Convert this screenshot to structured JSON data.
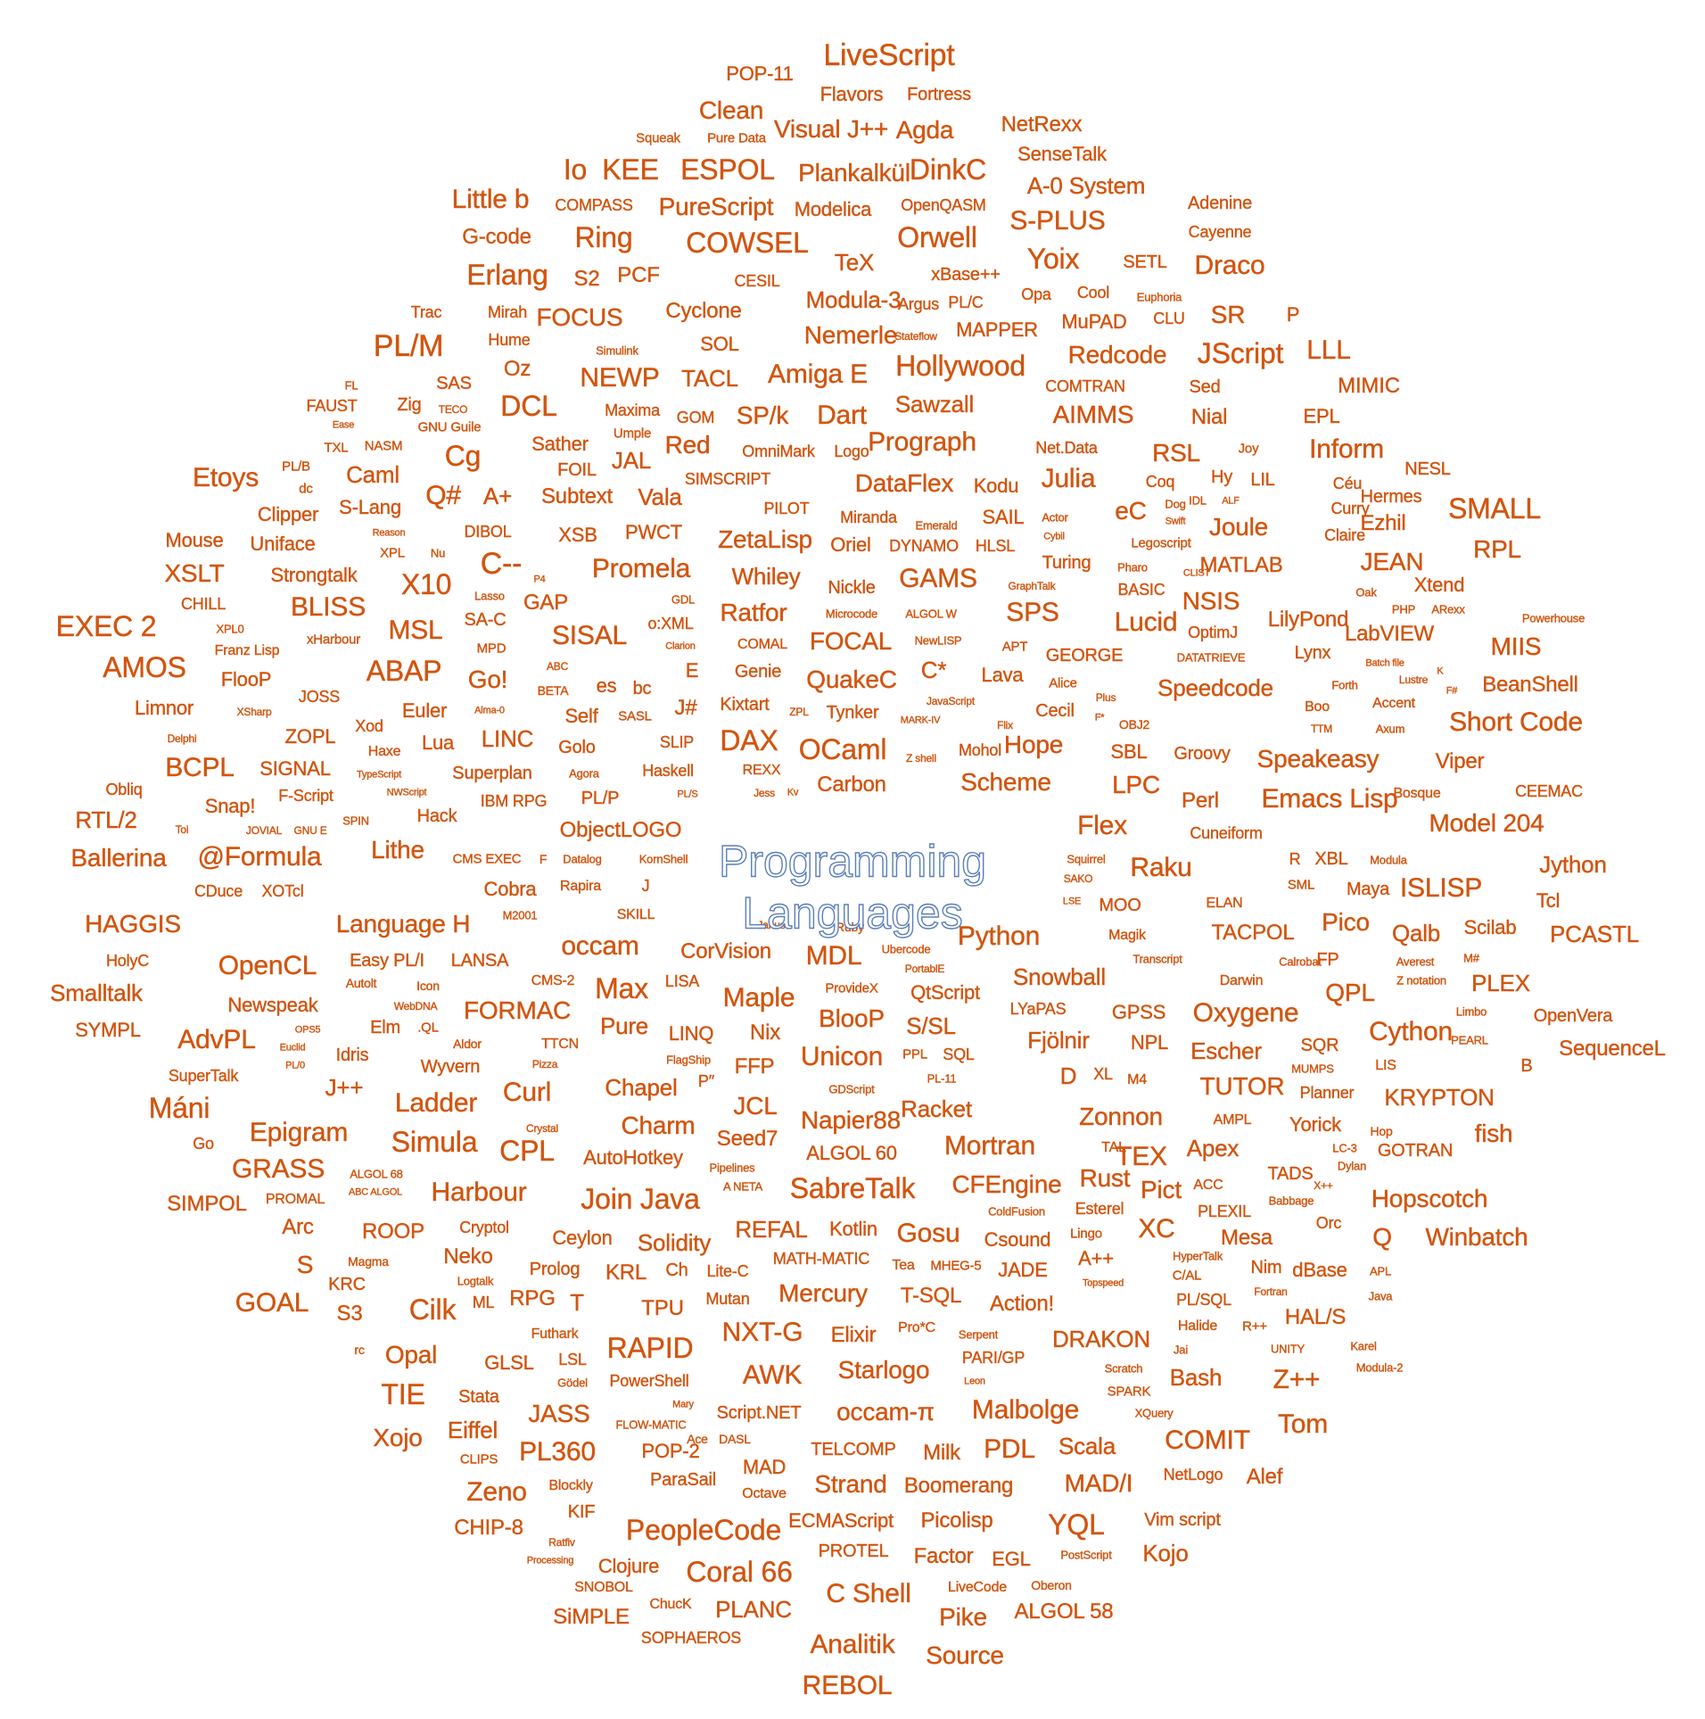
{
  "title": {
    "line1": "Programming",
    "line2": "Languages",
    "outline_color": "#5a7fb8"
  },
  "word_color": "#d2550f",
  "words": [
    "LiveScript",
    "POP-11",
    "Flavors",
    "Fortress",
    "Clean",
    "Visual J++",
    "Agda",
    "NetRexx",
    "Squeak",
    "Pure Data",
    "SenseTalk",
    "Io",
    "KEE",
    "ESPOL",
    "Plankalkül",
    "DinkC",
    "A-0 System",
    "Little b",
    "COMPASS",
    "PureScript",
    "Modelica",
    "OpenQASM",
    "S-PLUS",
    "Adenine",
    "G-code",
    "Ring",
    "COWSEL",
    "Orwell",
    "Cayenne",
    "Erlang",
    "S2",
    "PCF",
    "CESIL",
    "TeX",
    "xBase++",
    "Yoix",
    "SETL",
    "Draco",
    "Trac",
    "Mirah",
    "FOCUS",
    "Cyclone",
    "Modula-3",
    "Argus",
    "PL/C",
    "Opa",
    "Cool",
    "Euphoria",
    "MuPAD",
    "CLU",
    "SR",
    "P",
    "PL/M",
    "Hume",
    "Simulink",
    "SOL",
    "Nemerle",
    "Stateflow",
    "MAPPER",
    "Redcode",
    "JScript",
    "LLL",
    "FL",
    "SAS",
    "Oz",
    "NEWP",
    "TACL",
    "Amiga E",
    "Hollywood",
    "COMTRAN",
    "Sed",
    "MIMIC",
    "FAUST",
    "Zig",
    "TECO",
    "DCL",
    "Maxima",
    "GOM",
    "SP/k",
    "Dart",
    "Sawzall",
    "AIMMS",
    "Nial",
    "EPL",
    "Ease",
    "GNU Guile",
    "TXL",
    "NASM",
    "Cg",
    "Sather",
    "Umple",
    "JAL",
    "Red",
    "OmniMark",
    "Logo",
    "Prograph",
    "Net.Data",
    "RSL",
    "Joy",
    "Inform",
    "Etoys",
    "PL/B",
    "dc",
    "Caml",
    "FOIL",
    "SIMSCRIPT",
    "DataFlex",
    "Kodu",
    "Julia",
    "Coq",
    "Hy",
    "LIL",
    "NESL",
    "Clipper",
    "S-Lang",
    "Q#",
    "A+",
    "Subtext",
    "Vala",
    "PILOT",
    "Miranda",
    "Emerald",
    "SAIL",
    "Actor",
    "eC",
    "Dog",
    "IDL",
    "ALF",
    "Céu",
    "Hermes",
    "Mouse",
    "Uniface",
    "Reason",
    "DIBOL",
    "XSB",
    "PWCT",
    "ZetaLisp",
    "Oriel",
    "DYNAMO",
    "HLSL",
    "Cybil",
    "Swift",
    "Joule",
    "Curry",
    "Ezhil",
    "SMALL",
    "XSLT",
    "XPL",
    "Nu",
    "C--",
    "Strongtalk",
    "Promela",
    "Whiley",
    "GAMS",
    "Turing",
    "Legoscript",
    "Claire",
    "RPL",
    "X10",
    "P4",
    "Nickle",
    "GraphTalk",
    "Pharo",
    "CLIST",
    "MATLAB",
    "JEAN",
    "Xtend",
    "CHILL",
    "BLISS",
    "Lasso",
    "GAP",
    "GDL",
    "Ratfor",
    "Microcode",
    "ALGOL W",
    "BASIC",
    "NSIS",
    "Oak",
    "PHP",
    "ARexx",
    "EXEC 2",
    "XPL0",
    "MSL",
    "SA-C",
    "SISAL",
    "o:XML",
    "SPS",
    "Lucid",
    "LilyPond",
    "Powerhouse",
    "xHarbour",
    "Franz Lisp",
    "MPD",
    "Clarion",
    "COMAL",
    "FOCAL",
    "NewLISP",
    "APT",
    "OptimJ",
    "LabVIEW",
    "MIIS",
    "AMOS",
    "ABAP",
    "ABC",
    "E",
    "Genie",
    "C*",
    "GEORGE",
    "DATATRIEVE",
    "Lynx",
    "Batch file",
    "FlooP",
    "JOSS",
    "Go!",
    "BETA",
    "es",
    "bc",
    "QuakeC",
    "Lava",
    "Alice",
    "Forth",
    "Lustre",
    "K",
    "F#",
    "BeanShell",
    "Limnor",
    "Euler",
    "J#",
    "Kixtart",
    "ZPL",
    "Tynker",
    "JavaScript",
    "Plus",
    "Speedcode",
    "Boo",
    "Accent",
    "XSharp",
    "Alma-0",
    "Self",
    "SASL",
    "DAX",
    "MARK-IV",
    "Cecil",
    "F*",
    "OBJ2",
    "TTM",
    "Axum",
    "Short Code",
    "Delphi",
    "ZOPL",
    "Xod",
    "LINC",
    "SLIP",
    "OCaml",
    "Flix",
    "Hope",
    "SBL",
    "Groovy",
    "Speakeasy",
    "BCPL",
    "SIGNAL",
    "Haxe",
    "Lua",
    "Golo",
    "Haskell",
    "Z shell",
    "Mohol",
    "Viper",
    "TypeScript",
    "Superplan",
    "Agora",
    "REXX",
    "Carbon",
    "Scheme",
    "LPC",
    "Obliq",
    "F-Script",
    "NWScript",
    "IBM RPG",
    "PL/P",
    "PL/S",
    "Jess",
    "Kv",
    "Bosque",
    "CEEMAC",
    "Snap!",
    "Emacs Lisp",
    "Perl",
    "RTL/2",
    "SPIN",
    "Hack",
    "ObjectLOGO",
    "Flex",
    "Model 204",
    "Toi",
    "JOVIAL",
    "GNU E",
    "Cuneiform",
    "Ballerina",
    "@Formula",
    "Lithe",
    "CMS EXEC",
    "F",
    "Datalog",
    "KornShell",
    "Squirrel",
    "Raku",
    "R",
    "XBL",
    "Modula",
    "Jython",
    "SAKO",
    "SML",
    "Maya",
    "ISLISP",
    "CDuce",
    "XOTcl",
    "Cobra",
    "Rapira",
    "J",
    "LSE",
    "MOO",
    "ELAN",
    "Tcl",
    "HAGGIS",
    "Language H",
    "M2001",
    "SKILL",
    "Pico",
    "Janus",
    "Ruby",
    "TACPOL",
    "Qalb",
    "Scilab",
    "PCASTL",
    "occam",
    "Ubercode",
    "Python",
    "Magik",
    "M#",
    "HolyC",
    "OpenCL",
    "Easy PL/I",
    "LANSA",
    "CorVision",
    "MDL",
    "PortablE",
    "Transcript",
    "Calrobat",
    "FP",
    "Averest",
    "Smalltalk",
    "Autolt",
    "Icon",
    "CMS-2",
    "LISA",
    "Max",
    "ProvideX",
    "Snowball",
    "Darwin",
    "Z notation",
    "PLEX",
    "Newspeak",
    "WebDNA",
    "FORMAC",
    "Maple",
    "QtScript",
    "LYaPAS",
    "GPSS",
    "Oxygene",
    "QPL",
    "Limbo",
    "OpenVera",
    "SYMPL",
    "OPS5",
    "Elm",
    ".QL",
    "Pure",
    "BlooP",
    "S/SL",
    "LINQ",
    "Nix",
    "Cython",
    "AdvPL",
    "Euclid",
    "Aldor",
    "TTCN",
    "Fjölnir",
    "NPL",
    "SQR",
    "PEARL",
    "SequenceL",
    "PL/0",
    "Idris",
    "Wyvern",
    "Pizza",
    "FlagShip",
    "FFP",
    "Unicon",
    "PPL",
    "SQL",
    "Escher",
    "MUMPS",
    "LIS",
    "B",
    "SuperTalk",
    "J++",
    "P′′",
    "Chapel",
    "Curl",
    "GDScript",
    "PL-11",
    "D",
    "XL",
    "M4",
    "TUTOR",
    "Planner",
    "Máni",
    "Ladder",
    "JCL",
    "Racket",
    "KRYPTON",
    "Epigram",
    "Crystal",
    "Charm",
    "Napier88",
    "Zonnon",
    "AMPL",
    "Yorick",
    "Hop",
    "fish",
    "Go",
    "Simula",
    "CPL",
    "Seed7",
    "TAL",
    "Mortran",
    "TEX",
    "Apex",
    "LC-3",
    "GOTRAN",
    "GRASS",
    "AutoHotkey",
    "Pipelines",
    "ALGOL 60",
    "Dylan",
    "ALGOL 68",
    "ABC ALGOL",
    "Harbour",
    "A NETA",
    "SabreTalk",
    "CFEngine",
    "Rust",
    "Pict",
    "ACC",
    "TADS",
    "X++",
    "SIMPOL",
    "PROMAL",
    "Join Java",
    "ColdFusion",
    "Esterel",
    "PLEXIL",
    "Babbage",
    "Hopscotch",
    "Arc",
    "ROOP",
    "Cryptol",
    "REFAL",
    "Kotlin",
    "Gosu",
    "Csound",
    "Lingo",
    "XC",
    "Orc",
    "Neko",
    "Ceylon",
    "Solidity",
    "MATH-MATIC",
    "A++",
    "HyperTalk",
    "Mesa",
    "Q",
    "Winbatch",
    "S",
    "Magma",
    "KRC",
    "Logtalk",
    "Prolog",
    "KRL",
    "Ch",
    "Lite-C",
    "Tea",
    "MHEG-5",
    "JADE",
    "C/AL",
    "Nim",
    "dBase",
    "APL",
    "GOAL",
    "S3",
    "Cilk",
    "ML",
    "RPG",
    "T",
    "TPU",
    "Mutan",
    "Mercury",
    "T-SQL",
    "Action!",
    "Topspeed",
    "Fortran",
    "PL/SQL",
    "Java",
    "Futhark",
    "RAPID",
    "NXT-G",
    "Elixir",
    "Pro*C",
    "Serpent",
    "Halide",
    "R++",
    "HAL/S",
    "rc",
    "Opal",
    "GLSL",
    "LSL",
    "PARI/GP",
    "DRAKON",
    "Jai",
    "UNITY",
    "Karel",
    "Gödel",
    "PowerShell",
    "AWK",
    "Starlogo",
    "Leon",
    "Scratch",
    "Bash",
    "Z++",
    "Modula-2",
    "TIE",
    "Stata",
    "JASS",
    "Mary",
    "Script.NET",
    "occam-π",
    "Malbolge",
    "SPARK",
    "XQuery",
    "Xojo",
    "Eiffel",
    "FLOW-MATIC",
    "Ace",
    "DASL",
    "Tom",
    "CLIPS",
    "PL360",
    "POP-2",
    "MAD",
    "TELCOMP",
    "Milk",
    "PDL",
    "Scala",
    "COMIT",
    "Zeno",
    "Blockly",
    "ParaSail",
    "Octave",
    "Strand",
    "Boomerang",
    "MAD/I",
    "NetLogo",
    "Alef",
    "CHIP-8",
    "KIF",
    "PeopleCode",
    "ECMAScript",
    "Picolisp",
    "YQL",
    "Vim script",
    "Ratfiv",
    "Processing",
    "Clojure",
    "Coral 66",
    "PROTEL",
    "Factor",
    "EGL",
    "PostScript",
    "Kojo",
    "SNOBOL",
    "LiveCode",
    "Oberon",
    "SiMPLE",
    "ChucK",
    "PLANC",
    "C Shell",
    "Pike",
    "ALGOL 58",
    "SOPHAEROS",
    "Analitik",
    "Source",
    "REBOL"
  ]
}
